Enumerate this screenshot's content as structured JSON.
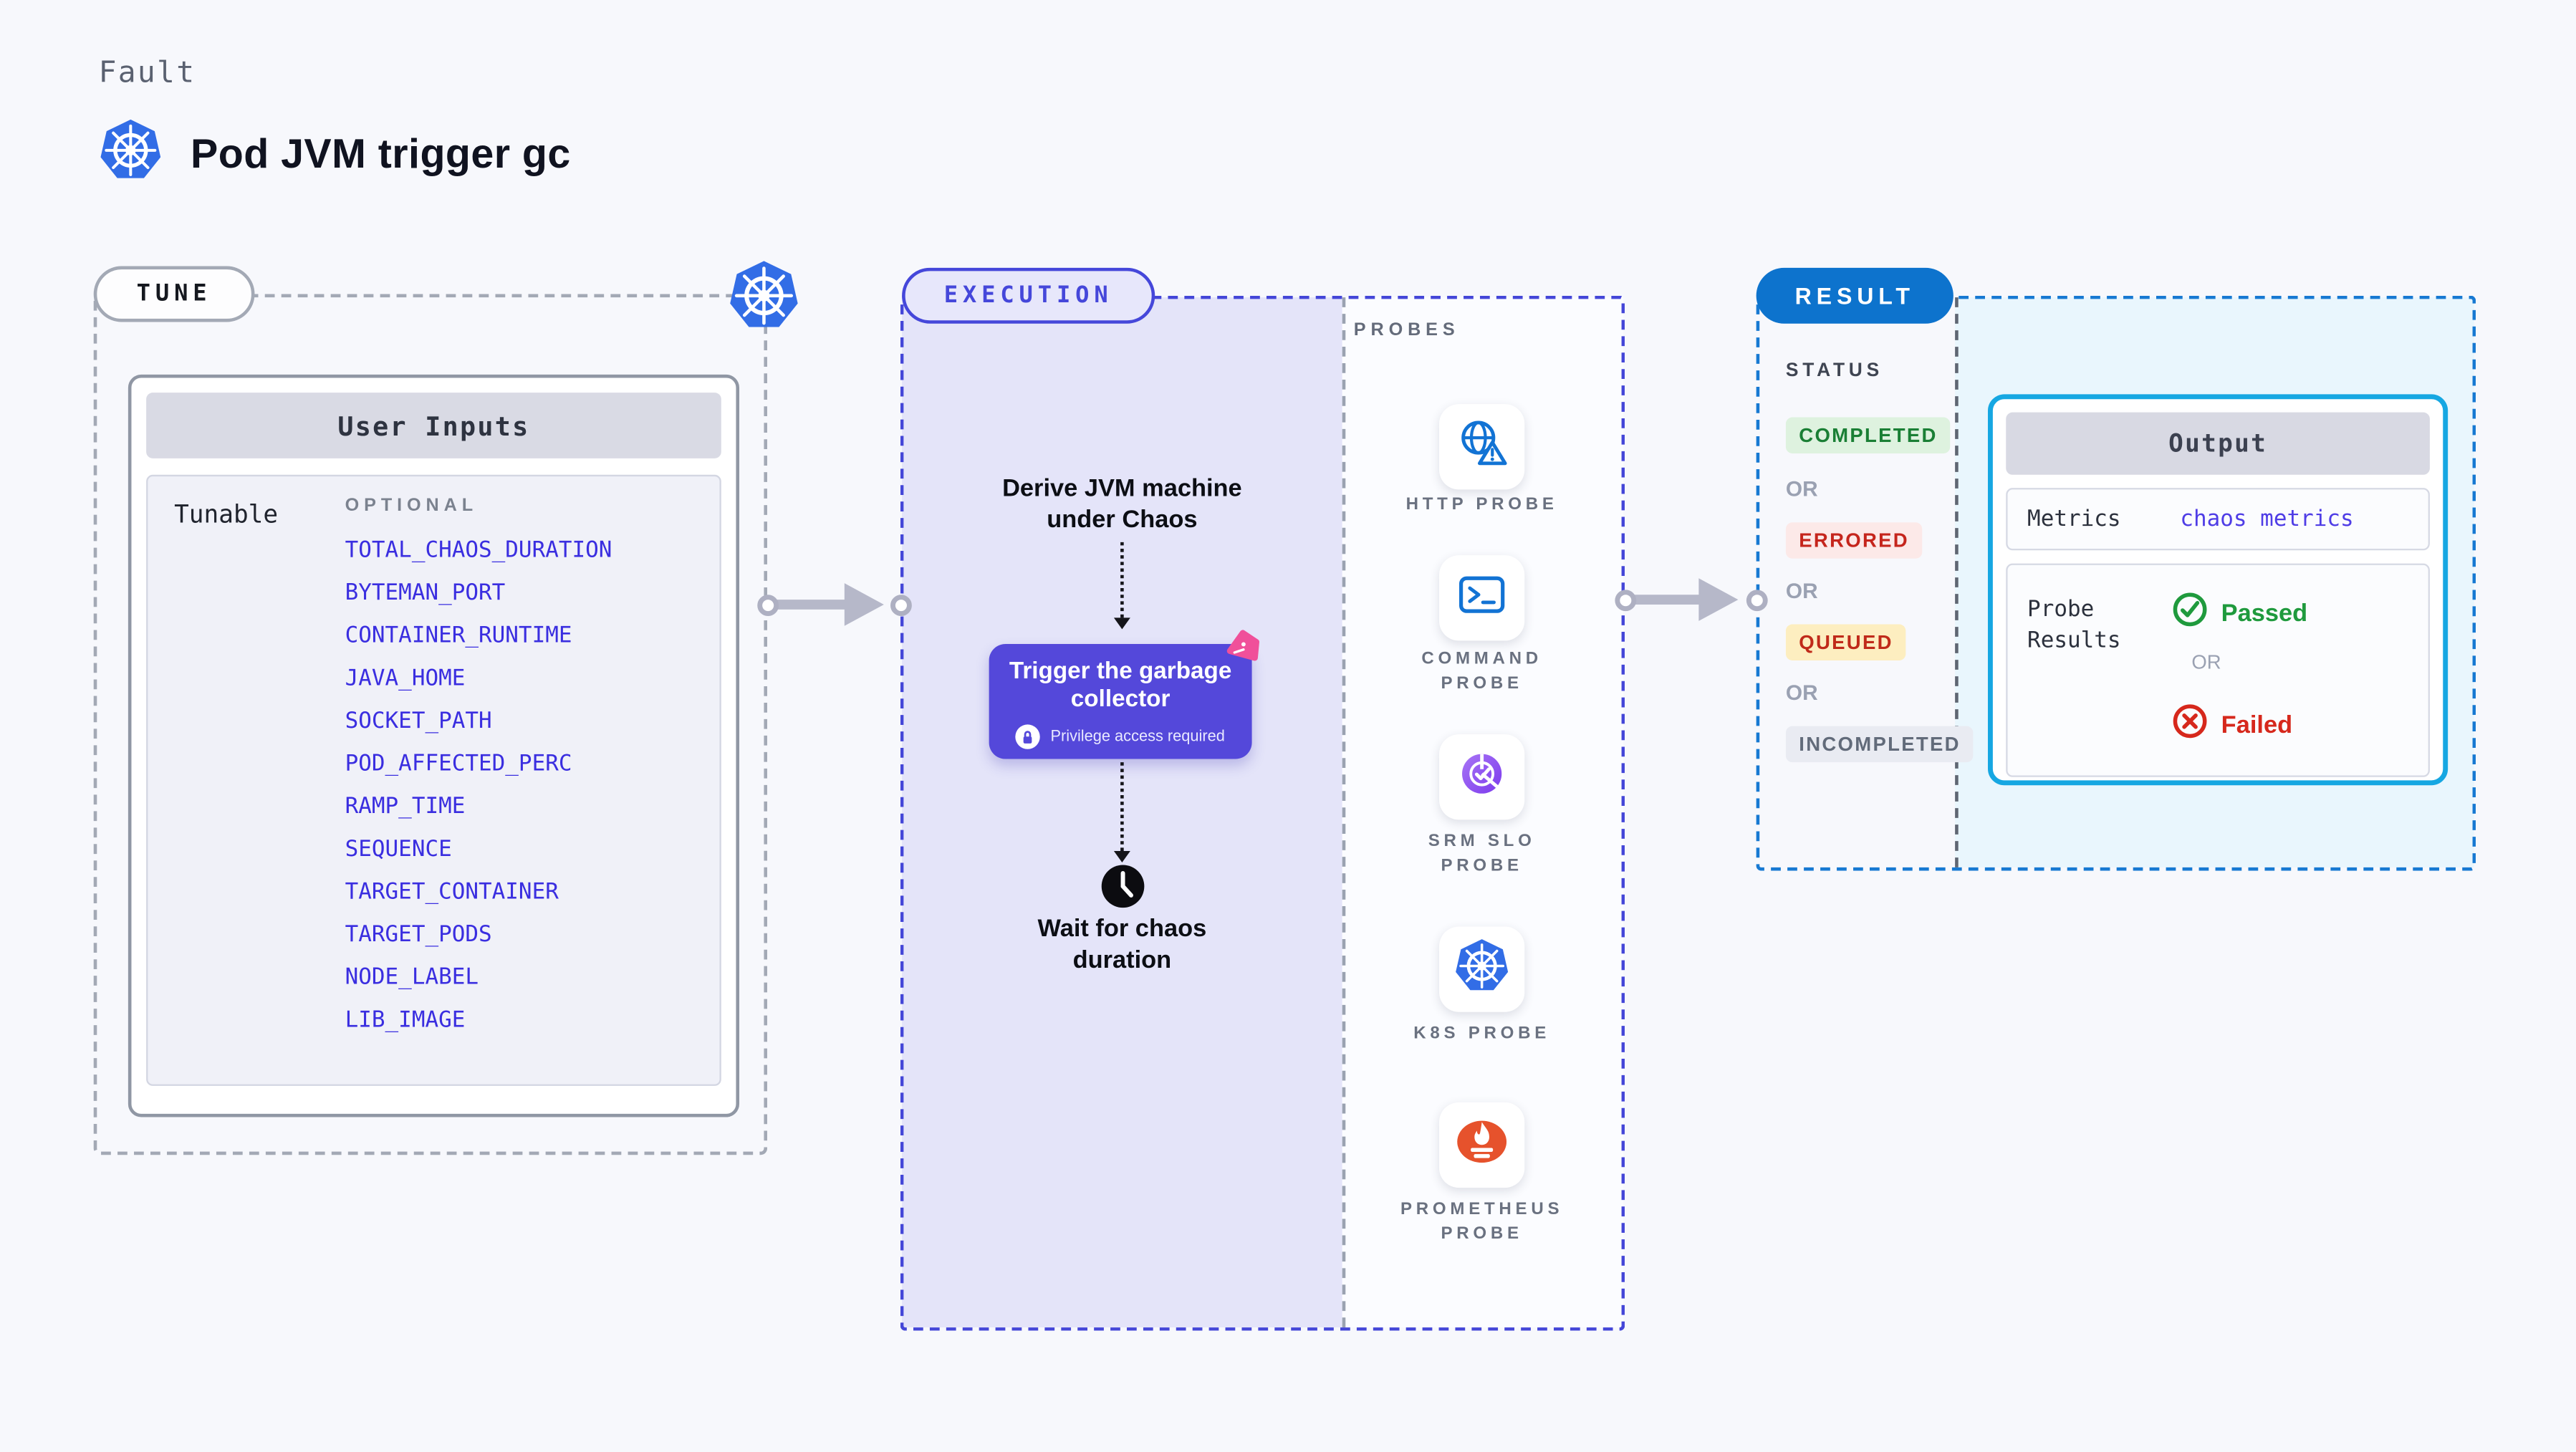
{
  "header": {
    "kicker": "Fault",
    "title": "Pod JVM trigger gc"
  },
  "tune": {
    "pill_label": "TUNE",
    "card_title": "User Inputs",
    "row_label": "Tunable",
    "column_label": "OPTIONAL",
    "params": [
      "TOTAL_CHAOS_DURATION",
      "BYTEMAN_PORT",
      "CONTAINER_RUNTIME",
      "JAVA_HOME",
      "SOCKET_PATH",
      "POD_AFFECTED_PERC",
      "RAMP_TIME",
      "SEQUENCE",
      "TARGET_CONTAINER",
      "TARGET_PODS",
      "NODE_LABEL",
      "LIB_IMAGE"
    ]
  },
  "execution": {
    "pill_label": "EXECUTION",
    "derive_label": "Derive JVM machine under Chaos",
    "trigger_label": "Trigger the garbage collector",
    "privilege_label": "Privilege access required",
    "wait_label": "Wait for chaos duration"
  },
  "probes": {
    "title": "PROBES",
    "items": [
      {
        "label": "HTTP PROBE",
        "icon": "globe-alert-icon"
      },
      {
        "label": "COMMAND PROBE",
        "icon": "terminal-icon"
      },
      {
        "label": "SRM SLO PROBE",
        "icon": "slo-gauge-icon"
      },
      {
        "label": "K8S PROBE",
        "icon": "kubernetes-icon"
      },
      {
        "label": "PROMETHEUS PROBE",
        "icon": "prometheus-icon"
      }
    ]
  },
  "result": {
    "pill_label": "RESULT",
    "status_title": "STATUS",
    "or_label": "OR",
    "statuses": [
      {
        "label": "COMPLETED",
        "text_color": "#1a7f35",
        "bg_color": "#def2df"
      },
      {
        "label": "ERRORED",
        "text_color": "#c5251c",
        "bg_color": "#fce9e8"
      },
      {
        "label": "QUEUED",
        "text_color": "#c02a1a",
        "bg_color": "#fdeec0"
      },
      {
        "label": "INCOMPLETED",
        "text_color": "#626b7a",
        "bg_color": "#e9ebf2"
      }
    ],
    "output": {
      "title": "Output",
      "metrics_label": "Metrics",
      "metrics_value": "chaos metrics",
      "probe_results_label": "Probe Results",
      "passed_label": "Passed",
      "or_label": "OR",
      "failed_label": "Failed"
    }
  },
  "colors": {
    "page_background": "#f7f8fc",
    "accent_indigo": "#4547da",
    "execution_fill": "#e4e4f9",
    "trigger_node": "#5448da",
    "result_blue": "#0d73cd",
    "result_fill": "#e9f6fd",
    "output_border": "#16a7e2",
    "param_link": "#3a2ee0",
    "passed_green": "#1f9a3d",
    "failed_red": "#d6281c",
    "kubernetes_blue": "#326de6",
    "prometheus_orange": "#e6522c",
    "pink_badge": "#f0509a"
  }
}
